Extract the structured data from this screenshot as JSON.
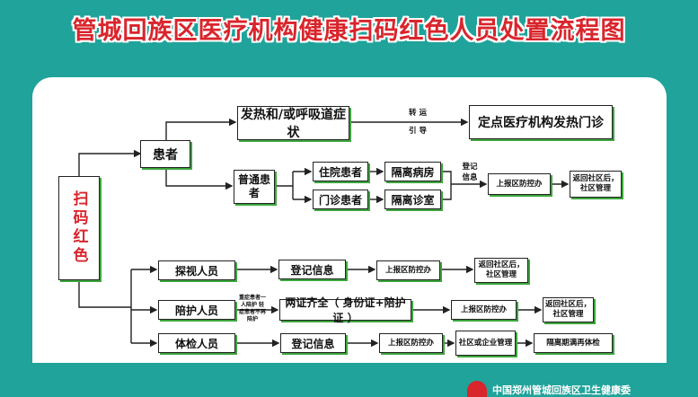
{
  "title": "管城回族区医疗机构健康扫码红色人员处置流程图",
  "root": "扫码红色",
  "patient": {
    "label": "患者",
    "fever_box": "发热和/或呼吸道症状",
    "transfer_top": "转 运",
    "transfer_bottom": "引 导",
    "fever_clinic": "定点医疗机构发热门诊",
    "general": "普通患者",
    "inpatient": "住院患者",
    "outpatient": "门诊患者",
    "isolation_ward": "隔离病房",
    "isolation_clinic": "隔离诊室",
    "register_top": "登记",
    "register_bottom": "信息",
    "report": "上报区防控办",
    "return": "返回社区后，社区管理"
  },
  "visitor": {
    "label": "探视人员",
    "step1": "登记信息",
    "step2": "上报区防控办",
    "step3": "返回社区后，社区管理"
  },
  "escort": {
    "label": "陪护人员",
    "note": "重症患者一人陪护 轻症患者不再陪护",
    "step1": "两证齐全（ 身份证+陪护证 ）",
    "step2": "上报区防控办",
    "step3": "返回社区后，社区管理"
  },
  "exam": {
    "label": "体检人员",
    "step1": "登记信息",
    "step2": "上报区防控办",
    "step3": "社区或企业管理",
    "step4": "隔离期满再体检"
  },
  "footer": "中国郑州管城回族区卫生健康委",
  "colors": {
    "background": "#1fa39a",
    "title": "#d9252c",
    "shadow": "#3ca63c"
  }
}
